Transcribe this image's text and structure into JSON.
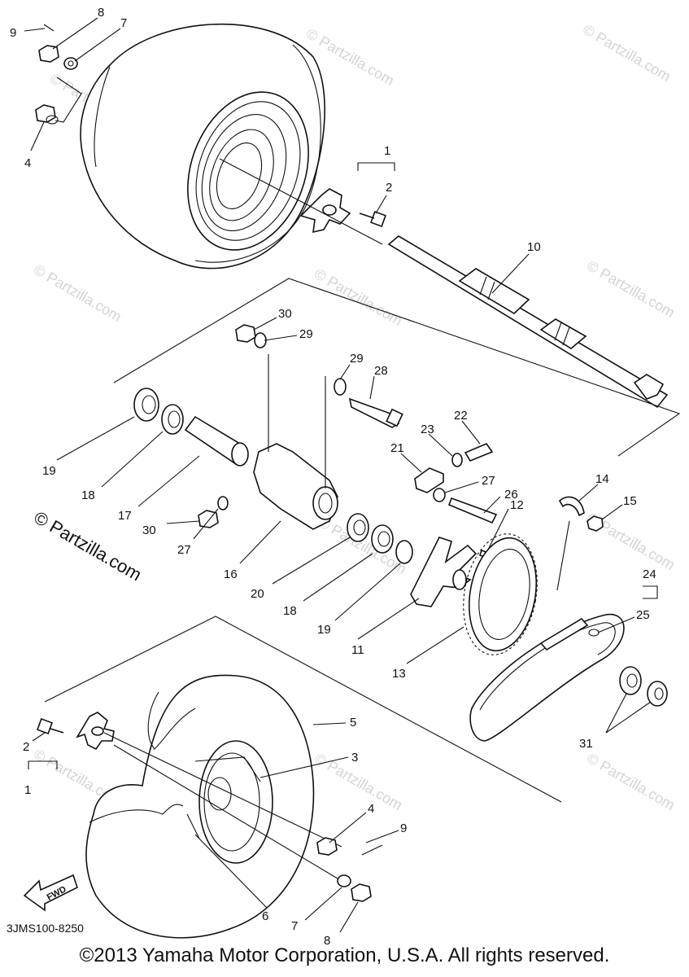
{
  "diagram_code": "3JMS100-8250",
  "copyright": "©2013 Yamaha Motor Corporation, U.S.A. All rights reserved.",
  "side_watermark": "© Partzilla.com",
  "watermark": "© Partzilla.com",
  "fwd_label": "FWD",
  "callouts": [
    {
      "id": "c9a",
      "text": "9"
    },
    {
      "id": "c8a",
      "text": "8"
    },
    {
      "id": "c7a",
      "text": "7"
    },
    {
      "id": "c4a",
      "text": "4"
    },
    {
      "id": "c1a",
      "text": "1"
    },
    {
      "id": "c2a",
      "text": "2"
    },
    {
      "id": "c10",
      "text": "10"
    },
    {
      "id": "c30a",
      "text": "30"
    },
    {
      "id": "c29a",
      "text": "29"
    },
    {
      "id": "c29b",
      "text": "29"
    },
    {
      "id": "c28",
      "text": "28"
    },
    {
      "id": "c22",
      "text": "22"
    },
    {
      "id": "c23",
      "text": "23"
    },
    {
      "id": "c21",
      "text": "21"
    },
    {
      "id": "c27a",
      "text": "27"
    },
    {
      "id": "c26",
      "text": "26"
    },
    {
      "id": "c12",
      "text": "12"
    },
    {
      "id": "c14",
      "text": "14"
    },
    {
      "id": "c15",
      "text": "15"
    },
    {
      "id": "c19a",
      "text": "19"
    },
    {
      "id": "c18a",
      "text": "18"
    },
    {
      "id": "c17",
      "text": "17"
    },
    {
      "id": "c30b",
      "text": "30"
    },
    {
      "id": "c27b",
      "text": "27"
    },
    {
      "id": "c16",
      "text": "16"
    },
    {
      "id": "c20",
      "text": "20"
    },
    {
      "id": "c18b",
      "text": "18"
    },
    {
      "id": "c19b",
      "text": "19"
    },
    {
      "id": "c11",
      "text": "11"
    },
    {
      "id": "c13",
      "text": "13"
    },
    {
      "id": "c24",
      "text": "24"
    },
    {
      "id": "c25",
      "text": "25"
    },
    {
      "id": "c31",
      "text": "31"
    },
    {
      "id": "c5",
      "text": "5"
    },
    {
      "id": "c3",
      "text": "3"
    },
    {
      "id": "c2b",
      "text": "2"
    },
    {
      "id": "c1b",
      "text": "1"
    },
    {
      "id": "c4b",
      "text": "4"
    },
    {
      "id": "c9b",
      "text": "9"
    },
    {
      "id": "c6",
      "text": "6"
    },
    {
      "id": "c7b",
      "text": "7"
    },
    {
      "id": "c8b",
      "text": "8"
    }
  ]
}
